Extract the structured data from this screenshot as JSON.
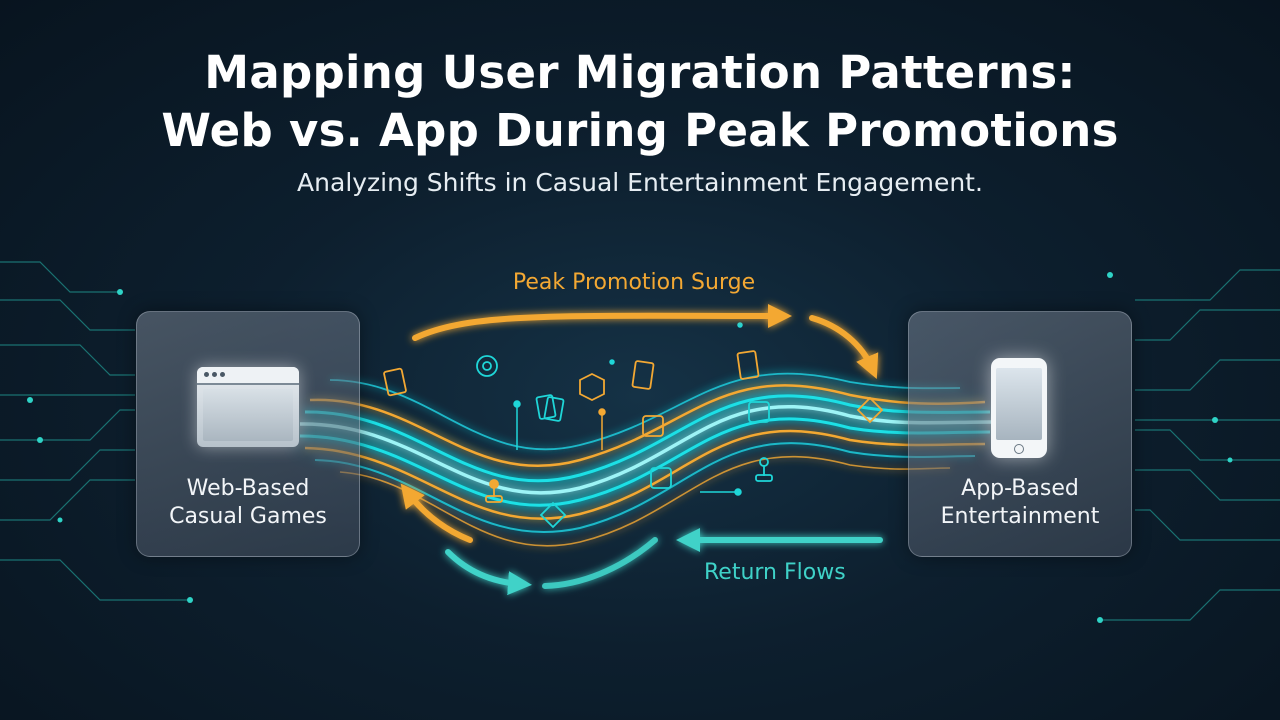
{
  "title": {
    "line1": "Mapping User Migration Patterns:",
    "line2": "Web vs. App During Peak Promotions"
  },
  "subtitle": "Analyzing Shifts in Casual Entertainment Engagement.",
  "web_node": {
    "line1": "Web-Based",
    "line2": "Casual Games",
    "icon": "browser-window-icon"
  },
  "app_node": {
    "line1": "App-Based",
    "line2": "Entertainment",
    "icon": "smartphone-icon"
  },
  "flows": {
    "surge_label": "Peak Promotion Surge",
    "return_label": "Return Flows"
  },
  "colors": {
    "surge": "#f3a833",
    "return": "#3fd2c8",
    "background": "#0d1f2e"
  }
}
